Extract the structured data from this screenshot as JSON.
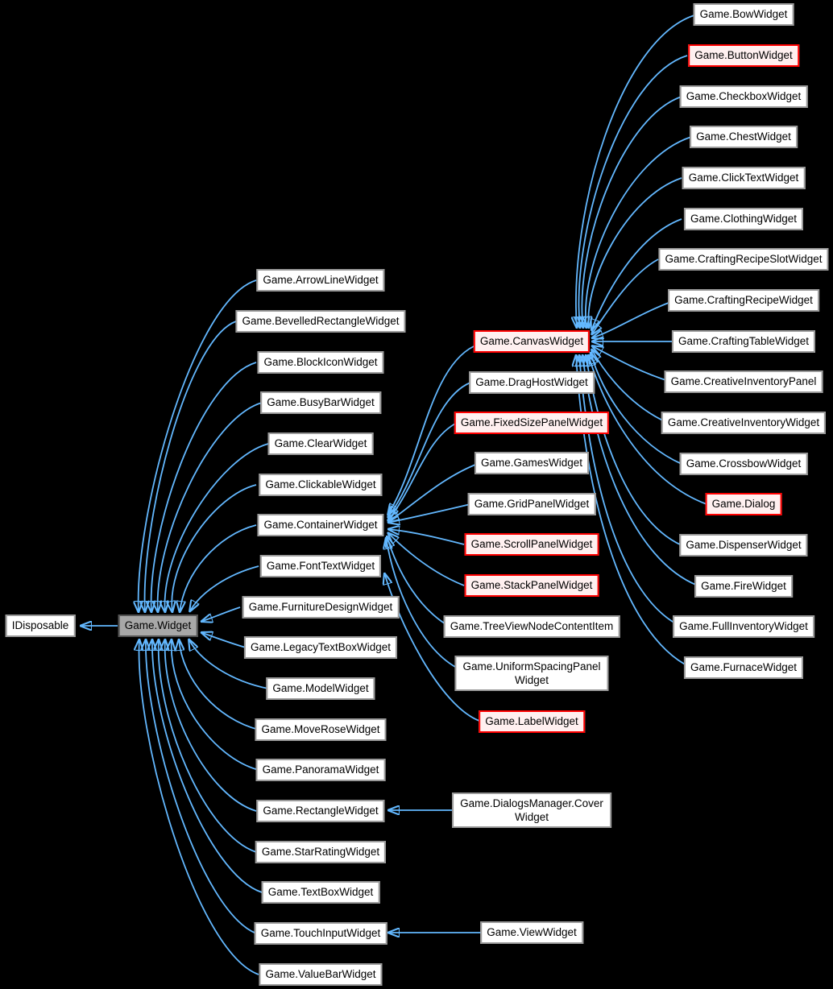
{
  "diagram": {
    "kind": "class-inheritance-graph",
    "colors": {
      "background": "#000000",
      "edge": "#63b8ff",
      "node_fill": "#ffffff",
      "node_border": "#9a9a9a",
      "truncated_border": "#ff0000",
      "truncated_fill": "#fff0f0",
      "current_fill": "#a8a8a8",
      "current_border": "#545454",
      "text": "#000000"
    }
  },
  "nodes": {
    "idisposable": {
      "label": "IDisposable"
    },
    "widget": {
      "label": "Game.Widget"
    },
    "arrowline": {
      "label": "Game.ArrowLineWidget"
    },
    "bevelledrectangle": {
      "label": "Game.BevelledRectangleWidget"
    },
    "blockicon": {
      "label": "Game.BlockIconWidget"
    },
    "busybar": {
      "label": "Game.BusyBarWidget"
    },
    "clear": {
      "label": "Game.ClearWidget"
    },
    "clickable": {
      "label": "Game.ClickableWidget"
    },
    "container": {
      "label": "Game.ContainerWidget"
    },
    "fonttext": {
      "label": "Game.FontTextWidget"
    },
    "furnituredesign": {
      "label": "Game.FurnitureDesignWidget"
    },
    "legacytextbox": {
      "label": "Game.LegacyTextBoxWidget"
    },
    "model": {
      "label": "Game.ModelWidget"
    },
    "moverose": {
      "label": "Game.MoveRoseWidget"
    },
    "panorama": {
      "label": "Game.PanoramaWidget"
    },
    "rectangle": {
      "label": "Game.RectangleWidget"
    },
    "starrating": {
      "label": "Game.StarRatingWidget"
    },
    "textbox": {
      "label": "Game.TextBoxWidget"
    },
    "touchinput": {
      "label": "Game.TouchInputWidget"
    },
    "valuebar": {
      "label": "Game.ValueBarWidget"
    },
    "canvas": {
      "label": "Game.CanvasWidget"
    },
    "draghost": {
      "label": "Game.DragHostWidget"
    },
    "fixedsizepanel": {
      "label": "Game.FixedSizePanelWidget"
    },
    "games": {
      "label": "Game.GamesWidget"
    },
    "gridpanel": {
      "label": "Game.GridPanelWidget"
    },
    "scrollpanel": {
      "label": "Game.ScrollPanelWidget"
    },
    "stackpanel": {
      "label": "Game.StackPanelWidget"
    },
    "treeviewnodecontentitem": {
      "label": "Game.TreeViewNodeContentItem"
    },
    "uniformspacingpanel": {
      "label": "Game.UniformSpacingPanel\nWidget"
    },
    "labelwidget": {
      "label": "Game.LabelWidget"
    },
    "dialogsmanagercover": {
      "label": "Game.DialogsManager.Cover\nWidget"
    },
    "view": {
      "label": "Game.ViewWidget"
    },
    "bow": {
      "label": "Game.BowWidget"
    },
    "button": {
      "label": "Game.ButtonWidget"
    },
    "checkbox": {
      "label": "Game.CheckboxWidget"
    },
    "chest": {
      "label": "Game.ChestWidget"
    },
    "clicktext": {
      "label": "Game.ClickTextWidget"
    },
    "clothing": {
      "label": "Game.ClothingWidget"
    },
    "craftingrecipeslot": {
      "label": "Game.CraftingRecipeSlotWidget"
    },
    "craftingrecipe": {
      "label": "Game.CraftingRecipeWidget"
    },
    "craftingtable": {
      "label": "Game.CraftingTableWidget"
    },
    "creativeinventorypanel": {
      "label": "Game.CreativeInventoryPanel"
    },
    "creativeinventorywidget": {
      "label": "Game.CreativeInventoryWidget"
    },
    "crossbow": {
      "label": "Game.CrossbowWidget"
    },
    "dialog": {
      "label": "Game.Dialog"
    },
    "dispenser": {
      "label": "Game.DispenserWidget"
    },
    "fire": {
      "label": "Game.FireWidget"
    },
    "fullinventory": {
      "label": "Game.FullInventoryWidget"
    },
    "furnace": {
      "label": "Game.FurnaceWidget"
    }
  },
  "relations": [
    [
      "Game.Widget",
      "IDisposable"
    ],
    [
      "Game.ArrowLineWidget",
      "Game.Widget"
    ],
    [
      "Game.BevelledRectangleWidget",
      "Game.Widget"
    ],
    [
      "Game.BlockIconWidget",
      "Game.Widget"
    ],
    [
      "Game.BusyBarWidget",
      "Game.Widget"
    ],
    [
      "Game.ClearWidget",
      "Game.Widget"
    ],
    [
      "Game.ClickableWidget",
      "Game.Widget"
    ],
    [
      "Game.ContainerWidget",
      "Game.Widget"
    ],
    [
      "Game.FontTextWidget",
      "Game.Widget"
    ],
    [
      "Game.FurnitureDesignWidget",
      "Game.Widget"
    ],
    [
      "Game.LegacyTextBoxWidget",
      "Game.Widget"
    ],
    [
      "Game.ModelWidget",
      "Game.Widget"
    ],
    [
      "Game.MoveRoseWidget",
      "Game.Widget"
    ],
    [
      "Game.PanoramaWidget",
      "Game.Widget"
    ],
    [
      "Game.RectangleWidget",
      "Game.Widget"
    ],
    [
      "Game.StarRatingWidget",
      "Game.Widget"
    ],
    [
      "Game.TextBoxWidget",
      "Game.Widget"
    ],
    [
      "Game.TouchInputWidget",
      "Game.Widget"
    ],
    [
      "Game.ValueBarWidget",
      "Game.Widget"
    ],
    [
      "Game.CanvasWidget",
      "Game.ContainerWidget"
    ],
    [
      "Game.DragHostWidget",
      "Game.ContainerWidget"
    ],
    [
      "Game.FixedSizePanelWidget",
      "Game.ContainerWidget"
    ],
    [
      "Game.GamesWidget",
      "Game.ContainerWidget"
    ],
    [
      "Game.GridPanelWidget",
      "Game.ContainerWidget"
    ],
    [
      "Game.ScrollPanelWidget",
      "Game.ContainerWidget"
    ],
    [
      "Game.StackPanelWidget",
      "Game.ContainerWidget"
    ],
    [
      "Game.TreeViewNodeContentItem",
      "Game.ContainerWidget"
    ],
    [
      "Game.UniformSpacingPanelWidget",
      "Game.ContainerWidget"
    ],
    [
      "Game.LabelWidget",
      "Game.FontTextWidget"
    ],
    [
      "Game.DialogsManager.CoverWidget",
      "Game.RectangleWidget"
    ],
    [
      "Game.ViewWidget",
      "Game.TouchInputWidget"
    ],
    [
      "Game.BowWidget",
      "Game.CanvasWidget"
    ],
    [
      "Game.ButtonWidget",
      "Game.CanvasWidget"
    ],
    [
      "Game.CheckboxWidget",
      "Game.CanvasWidget"
    ],
    [
      "Game.ChestWidget",
      "Game.CanvasWidget"
    ],
    [
      "Game.ClickTextWidget",
      "Game.CanvasWidget"
    ],
    [
      "Game.ClothingWidget",
      "Game.CanvasWidget"
    ],
    [
      "Game.CraftingRecipeSlotWidget",
      "Game.CanvasWidget"
    ],
    [
      "Game.CraftingRecipeWidget",
      "Game.CanvasWidget"
    ],
    [
      "Game.CraftingTableWidget",
      "Game.CanvasWidget"
    ],
    [
      "Game.CreativeInventoryPanel",
      "Game.CanvasWidget"
    ],
    [
      "Game.CreativeInventoryWidget",
      "Game.CanvasWidget"
    ],
    [
      "Game.CrossbowWidget",
      "Game.CanvasWidget"
    ],
    [
      "Game.Dialog",
      "Game.CanvasWidget"
    ],
    [
      "Game.DispenserWidget",
      "Game.CanvasWidget"
    ],
    [
      "Game.FireWidget",
      "Game.CanvasWidget"
    ],
    [
      "Game.FullInventoryWidget",
      "Game.CanvasWidget"
    ],
    [
      "Game.FurnaceWidget",
      "Game.CanvasWidget"
    ]
  ]
}
